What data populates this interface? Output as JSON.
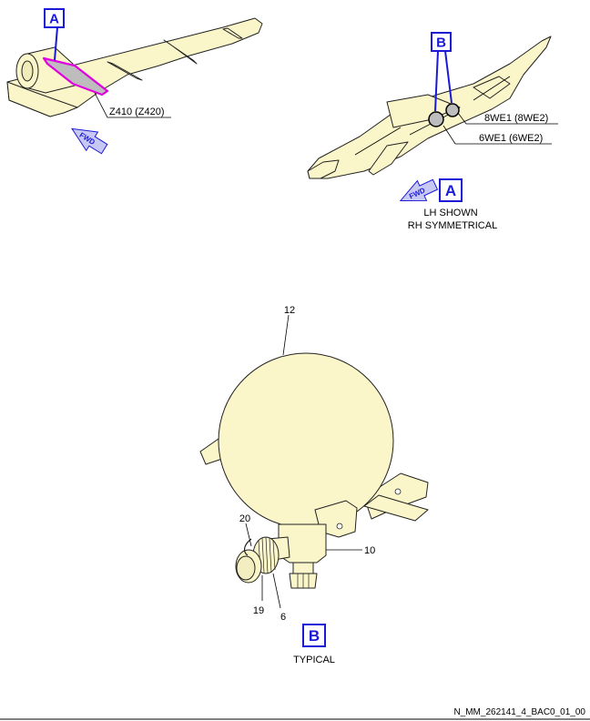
{
  "figure_id": "N_MM_262141_4_BAC0_01_00",
  "wing_view": {
    "view_label": "A",
    "zone_label": "Z410 (Z420)",
    "fwd_label": "FWD"
  },
  "fuselage_view": {
    "view_label": "B",
    "equipment_labels": [
      "8WE1 (8WE2)",
      "6WE1 (6WE2)"
    ],
    "ref_view_label": "A",
    "fwd_label": "FWD",
    "note_line1": "LH SHOWN",
    "note_line2": "RH SYMMETRICAL"
  },
  "detail_view": {
    "item_labels": [
      "12",
      "10",
      "20",
      "19",
      "6"
    ],
    "view_label": "B",
    "caption": "TYPICAL"
  },
  "colors": {
    "part_fill": "#fbf6c9",
    "view_blue": "#1a1ad6",
    "zone_highlight": "#e000e0"
  }
}
